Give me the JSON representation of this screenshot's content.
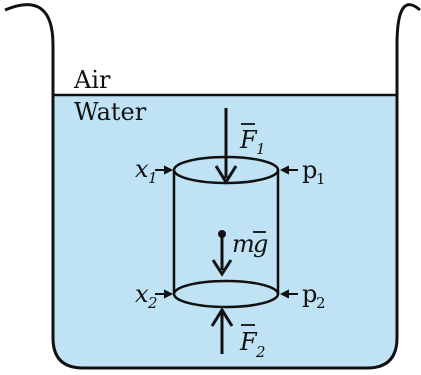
{
  "labels": {
    "air": "Air",
    "water": "Water",
    "f1_main": "F",
    "f1_sub": "1",
    "f2_main": "F",
    "f2_sub": "2",
    "x1_main": "x",
    "x1_sub": "1",
    "x2_main": "x",
    "x2_sub": "2",
    "p1_main": "p",
    "p1_sub": "1",
    "p2_main": "p",
    "p2_sub": "2",
    "mg_m": "m",
    "mg_g": "g"
  },
  "colors": {
    "water": "#bfe3f4",
    "line": "#111111",
    "cylinder_fill": "#bfe3f4"
  }
}
